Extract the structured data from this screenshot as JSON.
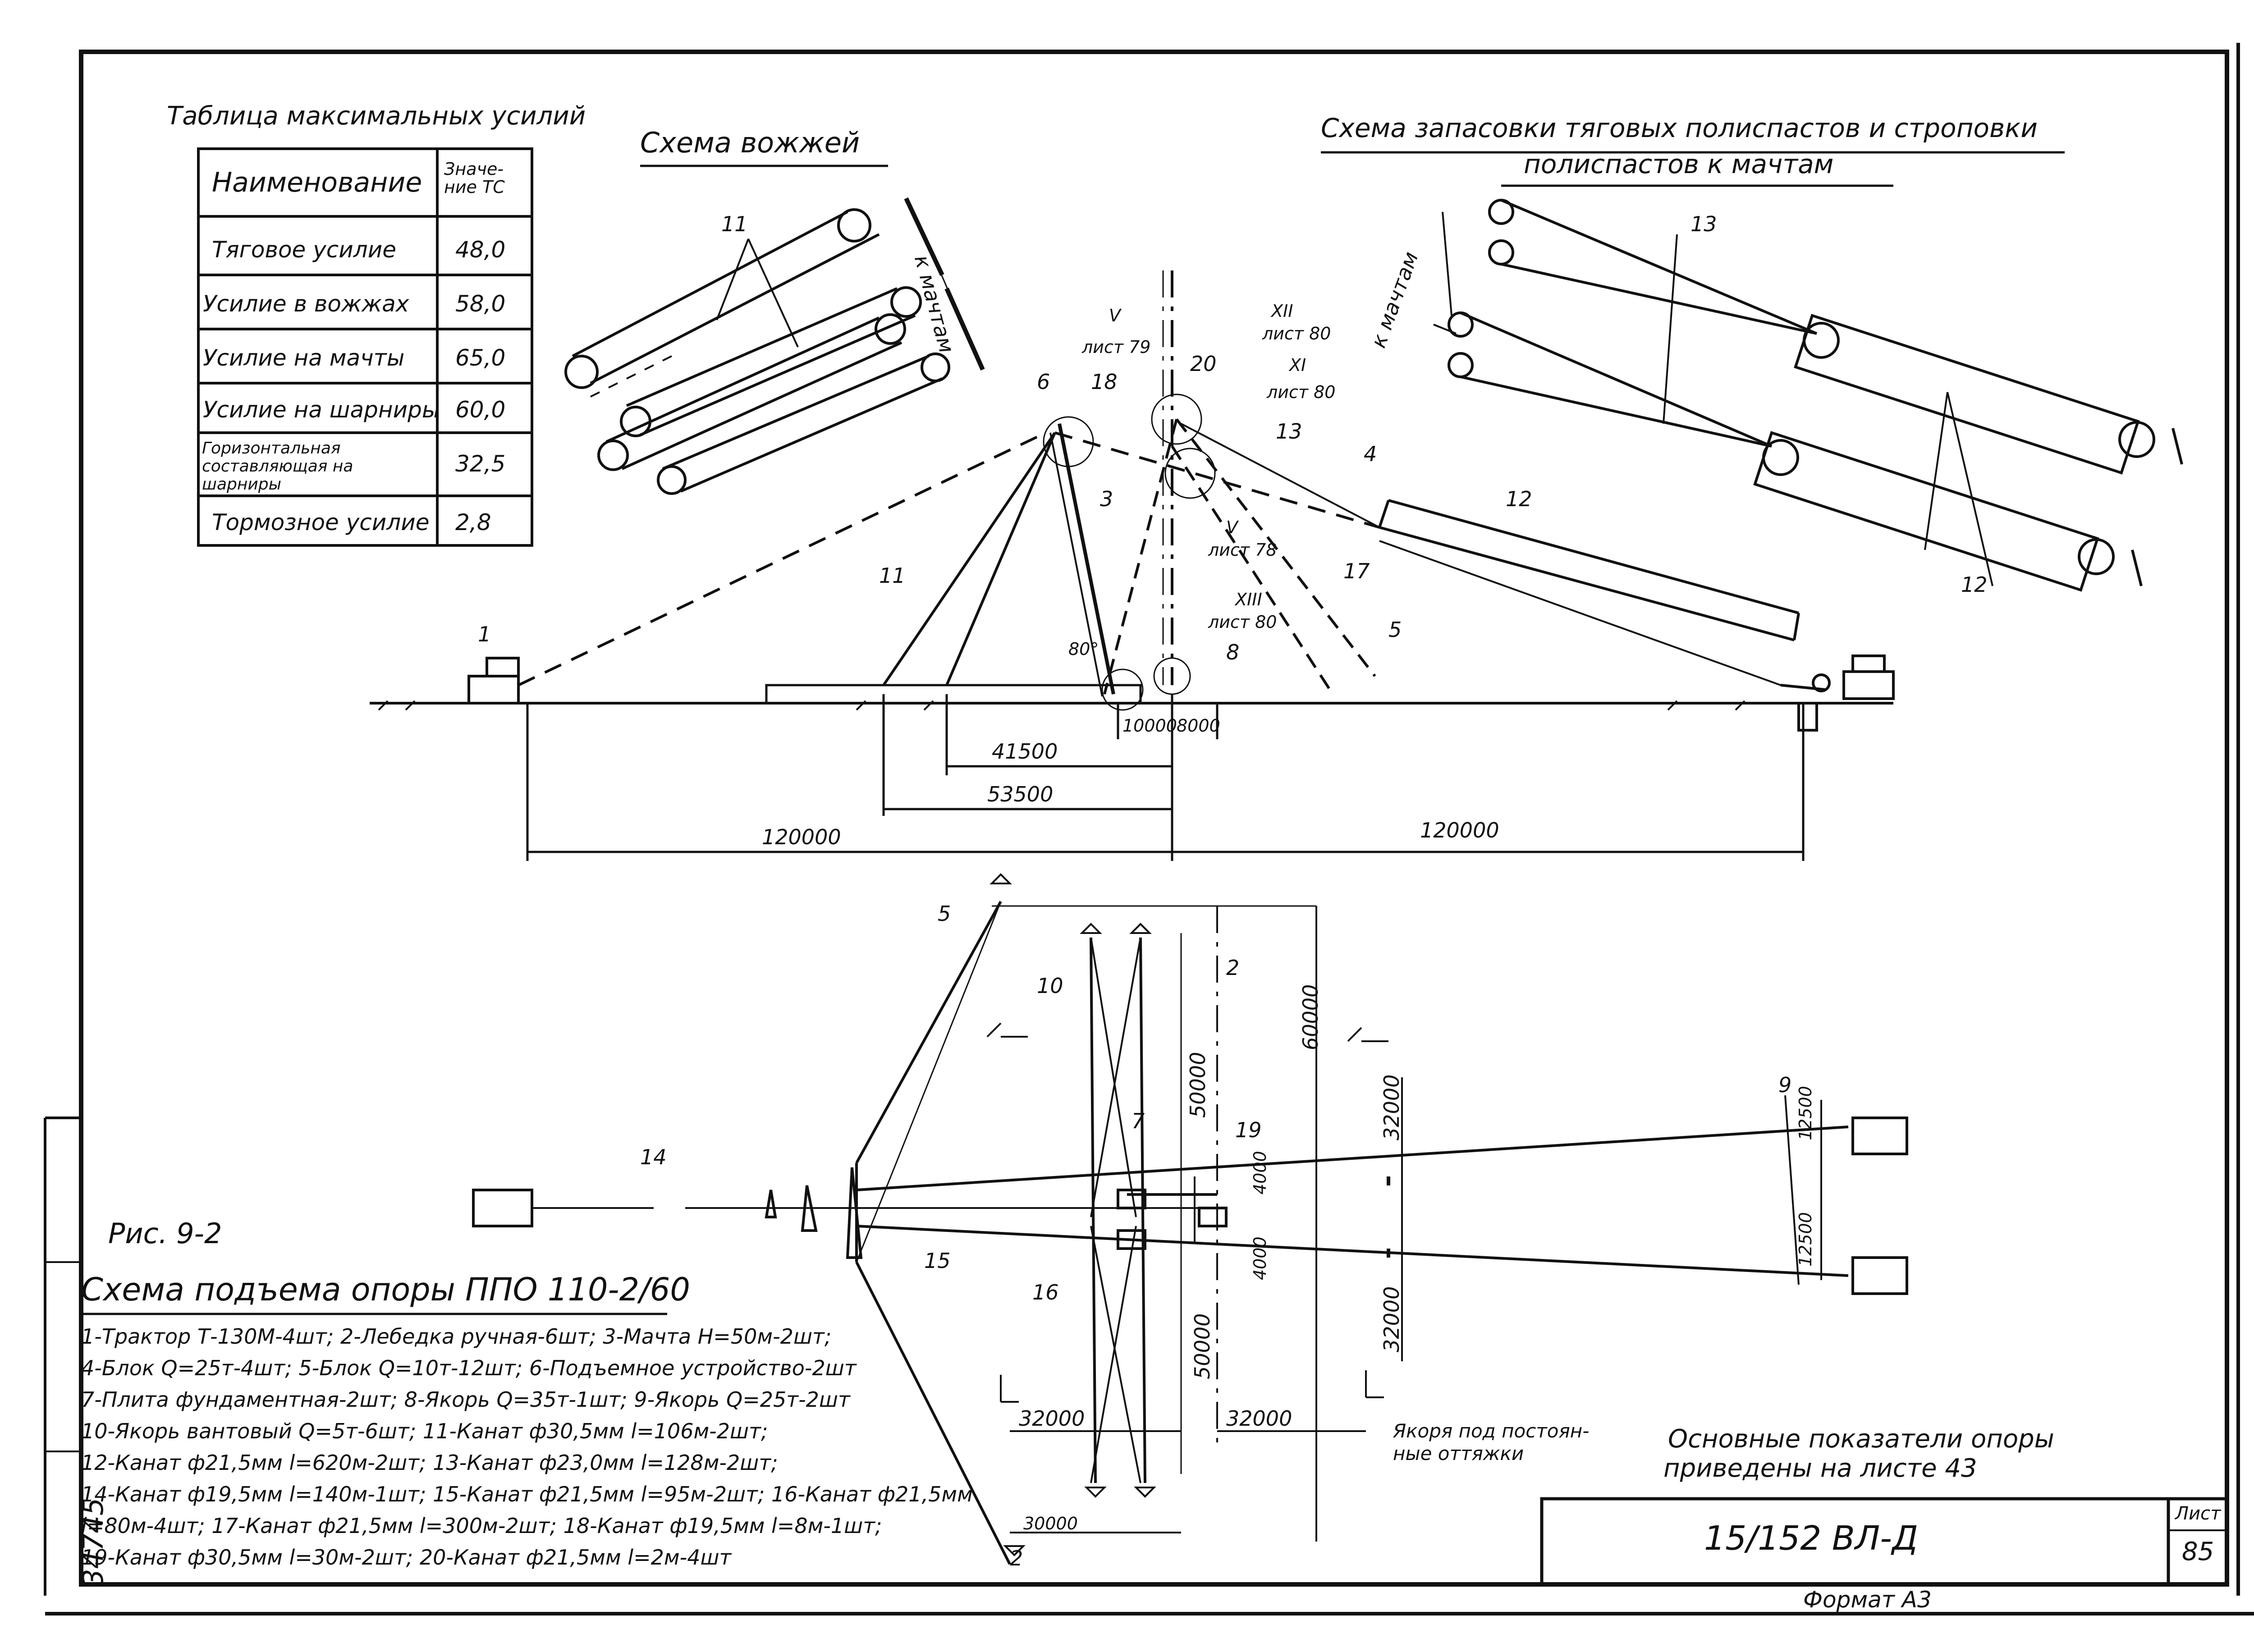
{
  "title_table": "Таблица максимальных усилий",
  "table": {
    "col_name": "Наименование",
    "col_value": "Значе-ние ТС",
    "rows": [
      {
        "name": "Тяговое усилие",
        "value": "48,0"
      },
      {
        "name": "Усилие в вожжах",
        "value": "58,0"
      },
      {
        "name": "Усилие на мачты",
        "value": "65,0"
      },
      {
        "name": "Усилие на шарниры",
        "value": "60,0"
      },
      {
        "name": "Горизонтальная составляющая на шарниры",
        "value": "32,5"
      },
      {
        "name": "Тормозное усилие",
        "value": "2,8"
      }
    ]
  },
  "heading_vozhzhi": "Схема вожжей",
  "heading_zapasovka_1": "Схема запасовки тяговых полиспастов и строповки",
  "heading_zapasovka_2": "полиспастов к мачтам",
  "k_machtam_1": "к мачтам",
  "k_machtam_2": "к мачтам",
  "labels": {
    "n1": "1",
    "n2": "2",
    "n3": "3",
    "n4": "4",
    "n5": "5",
    "n6": "6",
    "n7": "7",
    "n8": "8",
    "n9": "9",
    "n10": "10",
    "n11": "11",
    "n12": "12",
    "n13": "13",
    "n14": "14",
    "n15": "15",
    "n16": "16",
    "n17": "17",
    "n18": "18",
    "n19": "19",
    "n20": "20"
  },
  "refs": {
    "v79": "V",
    "v79s": "лист 79",
    "xii80": "XII",
    "xii80s": "лист 80",
    "xi80": "XI",
    "xi80s": "лист 80",
    "v78": "V",
    "v78s": "лист 78",
    "xiii80": "XIII",
    "xiii80s": "лист 80"
  },
  "angle": "80°",
  "dims": {
    "d10000": "10000",
    "d8000": "8000",
    "d41500": "41500",
    "d53500": "53500",
    "d120000a": "120000",
    "d120000b": "120000",
    "d60000": "60000",
    "d50000a": "50000",
    "d50000b": "50000",
    "d4000a": "4000",
    "d4000b": "4000",
    "d32000a": "32000",
    "d32000b": "32000",
    "d32000c": "32000",
    "d32000d": "32000",
    "d12500a": "12500",
    "d12500b": "12500",
    "d30000": "30000"
  },
  "fig_caption": "Рис. 9-2",
  "fig_title": "Схема подъема опоры ППО 110-2/60",
  "legend_lines": [
    "1-Трактор Т-130М-4шт; 2-Лебедка ручная-6шт; 3-Мачта Н=50м-2шт;",
    "4-Блок Q=25т-4шт; 5-Блок Q=10т-12шт; 6-Подъемное устройство-2шт",
    "7-Плита фундаментная-2шт; 8-Якорь Q=35т-1шт; 9-Якорь Q=25т-2шт",
    "10-Якорь вантовый Q=5т-6шт; 11-Канат ф30,5мм l=106м-2шт;",
    "12-Канат ф21,5мм l=620м-2шт; 13-Канат ф23,0мм l=128м-2шт;",
    "14-Канат ф19,5мм l=140м-1шт; 15-Канат ф21,5мм l=95м-2шт; 16-Канат ф21,5мм",
    "l=80м-4шт; 17-Канат ф21,5мм l=300м-2шт; 18-Канат ф19,5мм l=8м-1шт;",
    "19-Канат ф30,5мм l=30м-2шт; 20-Канат ф21,5мм l=2м-4шт"
  ],
  "anchor_note_1": "Якоря под постоян-",
  "anchor_note_2": "ные оттяжки",
  "main_note_1": "Основные показатели опоры",
  "main_note_2": "приведены на листе 43",
  "stamp_code": "15/152 ВЛ-Д",
  "sheet_label": "Лист",
  "sheet_no": "85",
  "format": "Формат А3",
  "side_no": "34745"
}
